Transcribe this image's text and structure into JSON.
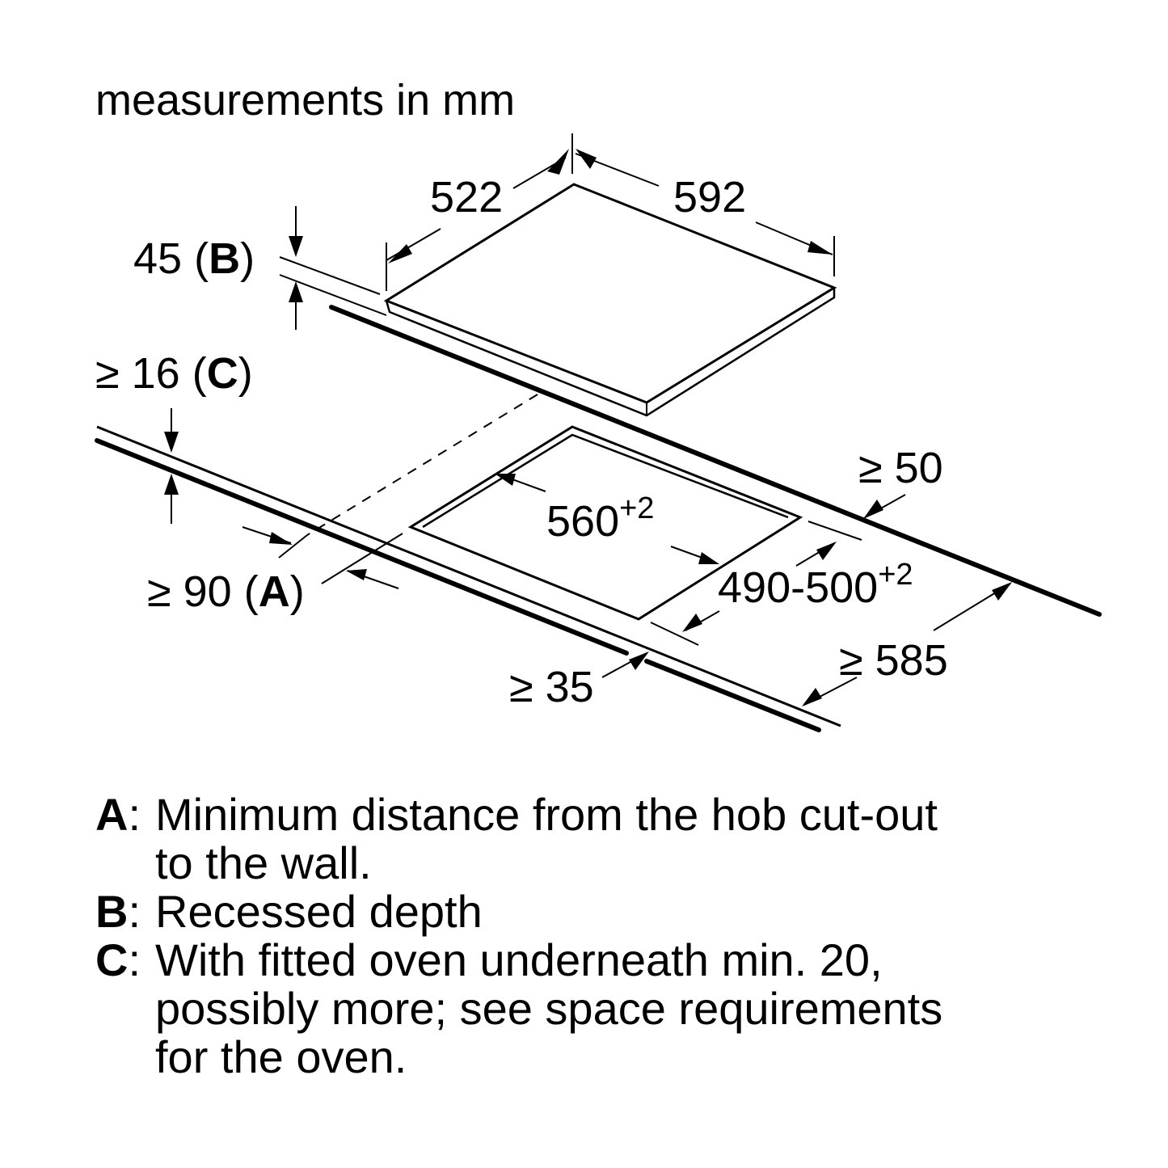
{
  "title": "measurements in mm",
  "dims": {
    "hob_depth": "522",
    "hob_width": "592",
    "recess_value": "45",
    "recess_letter": "B",
    "oven_value": "≥ 16",
    "oven_letter": "C",
    "wall_value": "≥ 90",
    "wall_letter": "A",
    "cutout_width": "560",
    "cutout_width_tol": "+2",
    "cutout_depth": "490-500",
    "cutout_depth_tol": "+2",
    "back_clearance": "≥ 50",
    "worktop_depth": "≥ 585",
    "front_clearance": "≥ 35"
  },
  "legend": [
    {
      "key": "A",
      "lines": [
        "Minimum distance from the hob cut-out",
        "to the wall."
      ]
    },
    {
      "key": "B",
      "lines": [
        "Recessed depth"
      ]
    },
    {
      "key": "C",
      "lines": [
        "With fitted oven underneath min. 20,",
        "possibly more; see space requirements",
        "for the oven."
      ]
    }
  ]
}
